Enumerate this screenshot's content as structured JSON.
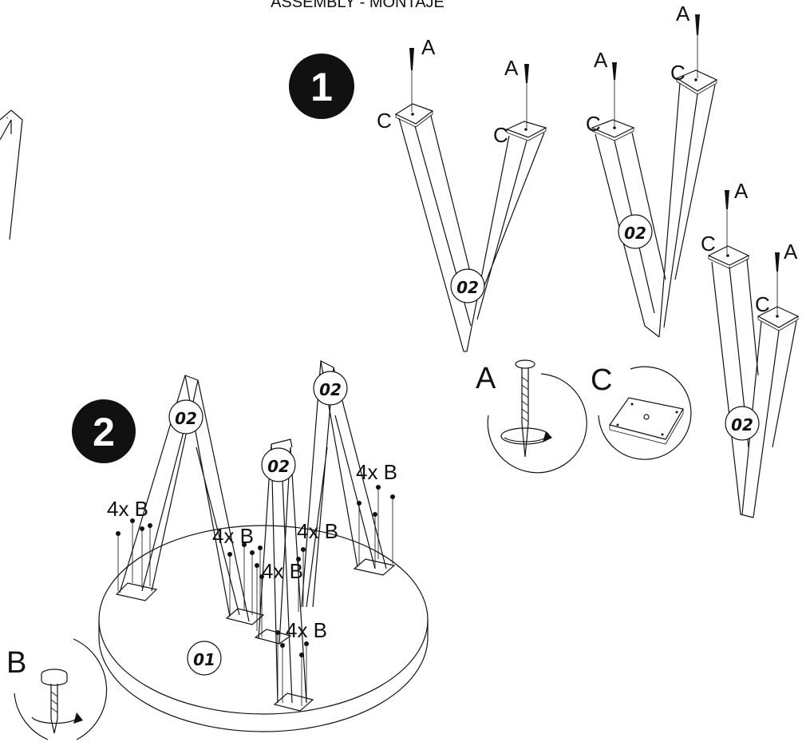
{
  "title": "ASSEMBLY - MONTAJE",
  "steps": {
    "step1": "1",
    "step2": "2"
  },
  "parts": {
    "leg": "02",
    "top": "01"
  },
  "hardware": {
    "screw_a": "A",
    "plate_c": "C",
    "screw_b": "B"
  },
  "quantity_label": "4x B"
}
